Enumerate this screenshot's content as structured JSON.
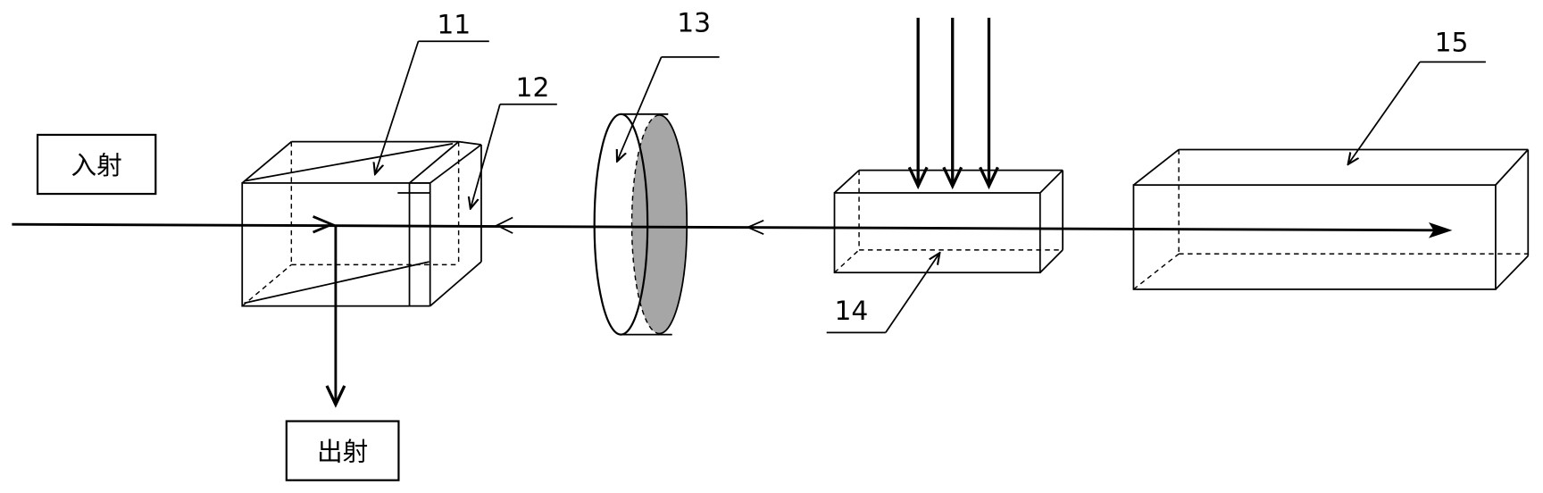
{
  "input_label": "入射",
  "output_label": "出射",
  "component_labels": {
    "c11": "11",
    "c12": "12",
    "c13": "13",
    "c14": "14",
    "c15": "15"
  },
  "colors": {
    "line": "#000000",
    "lens_fill": "#a6a6a6",
    "background": "#ffffff"
  }
}
